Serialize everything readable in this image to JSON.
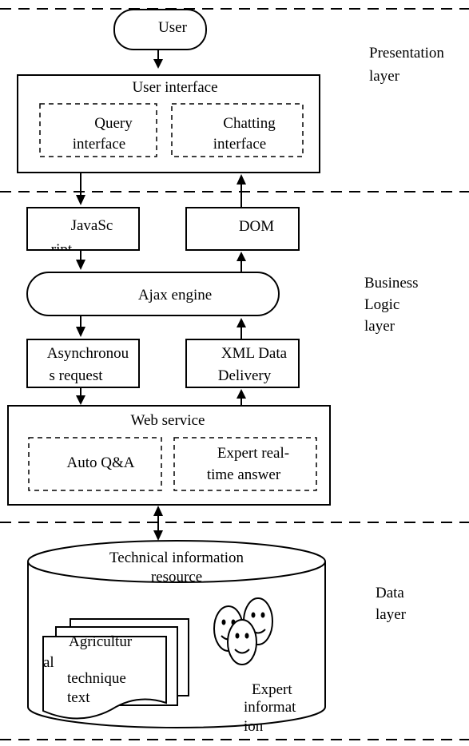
{
  "presentation": {
    "layer_label": [
      "Presentation",
      "layer"
    ],
    "user": "User",
    "user_interface": "User interface",
    "query_interface": [
      "Query",
      "interface"
    ],
    "chatting_interface": [
      "Chatting",
      "interface"
    ]
  },
  "business": {
    "layer_label": [
      "Business",
      "Logic",
      "layer"
    ],
    "javascript": [
      "JavaSc",
      "ript"
    ],
    "dom": "DOM",
    "ajax_engine": "Ajax engine",
    "async_request": [
      "Asynchronou",
      "s request"
    ],
    "xml_delivery": [
      "XML Data",
      "Delivery"
    ],
    "web_service": "Web service",
    "auto_qa": "Auto Q&A",
    "expert_realtime": [
      "Expert real-",
      "time answer"
    ]
  },
  "data": {
    "layer_label": [
      "Data",
      "layer"
    ],
    "tech_resource": [
      "Technical information",
      "resource"
    ],
    "agri_text": [
      "Agricultur",
      "al",
      "technique",
      "text"
    ],
    "expert_info": [
      "Expert",
      "informat",
      "ion"
    ]
  }
}
